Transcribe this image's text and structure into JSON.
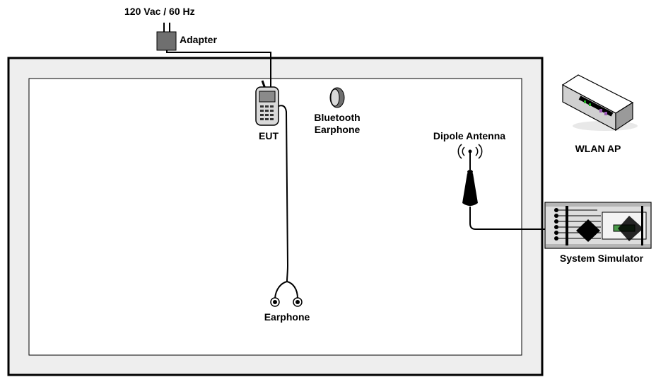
{
  "labels": {
    "power": "120 Vac / 60 Hz",
    "adapter": "Adapter",
    "eut": "EUT",
    "bt_line1": "Bluetooth",
    "bt_line2": "Earphone",
    "antenna": "Dipole Antenna",
    "wlan": "WLAN AP",
    "simulator": "System Simulator",
    "earphone": "Earphone"
  }
}
